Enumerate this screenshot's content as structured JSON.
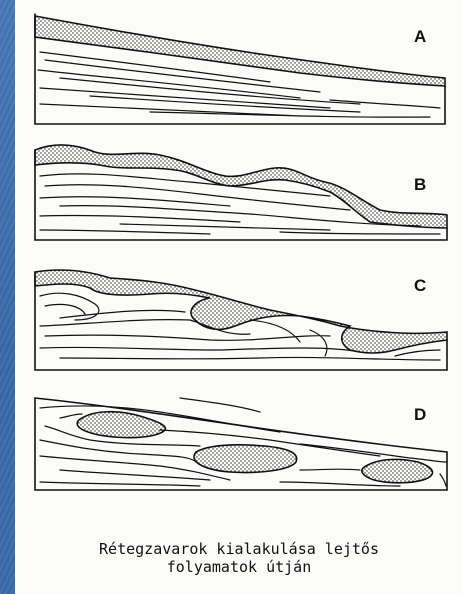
{
  "figure": {
    "panels": [
      {
        "letter": "A"
      },
      {
        "letter": "B"
      },
      {
        "letter": "C"
      },
      {
        "letter": "D"
      }
    ]
  },
  "caption": {
    "line1": "Rétegzavarok kialakulása lejtős",
    "line2": "folyamatok útján"
  },
  "colors": {
    "background": "#3d6fae",
    "sheet": "#fbfbf9",
    "ink": "#111111"
  }
}
